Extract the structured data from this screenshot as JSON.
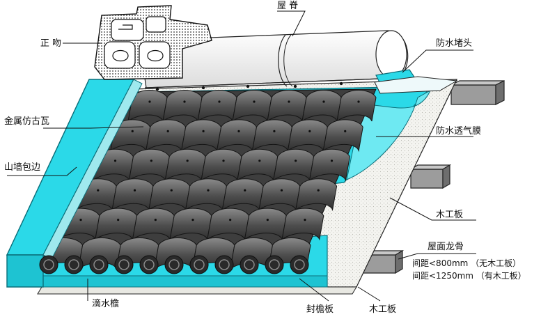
{
  "labels": {
    "ridge": "屋 脊",
    "ridge_ornament": "正 吻",
    "waterproof_end_cap": "防水堵头",
    "metal_tile": "金属仿古瓦",
    "breathable_membrane": "防水透气膜",
    "gable_flashing": "山墙包边",
    "wood_board_upper": "木工板",
    "roof_purlin": "屋面龙骨",
    "spacing_no_board": "间距<800mm （无木工板）",
    "spacing_with_board": "间距<1250mm （有木工板）",
    "drip_eave": "滴水檐",
    "eave_board": "封檐板",
    "wood_board_lower": "木工板"
  },
  "colors": {
    "flashing": "#2bd9e8",
    "flashing_edge": "#0b6f7a",
    "tile_dark": "#4b4b4b",
    "tile_mid": "#6e6e6e",
    "tile_light": "#9a9a9a",
    "board": "#f1f1ec",
    "ridge_fill": "#ffffff",
    "purlin": "#8a8a8a",
    "line": "#1a1a1a"
  }
}
